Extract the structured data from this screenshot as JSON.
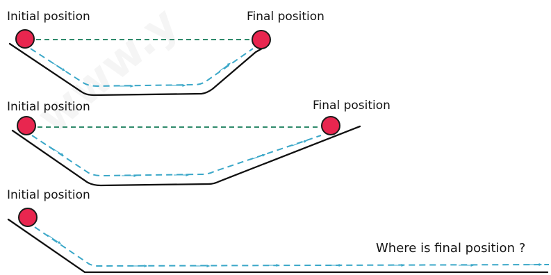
{
  "watermark": "www.y",
  "colors": {
    "ball": "#e8264f",
    "ball_outline": "#1a1a1a",
    "track": "#111111",
    "straight_path": "#2f8a6b",
    "motion_path": "#3aa7c8"
  },
  "panels": [
    {
      "initial_label": "Initial position",
      "final_label": "Final position"
    },
    {
      "initial_label": "Initial position",
      "final_label": "Final position"
    },
    {
      "initial_label": "Initial position",
      "question_label": "Where is final position ?"
    }
  ]
}
